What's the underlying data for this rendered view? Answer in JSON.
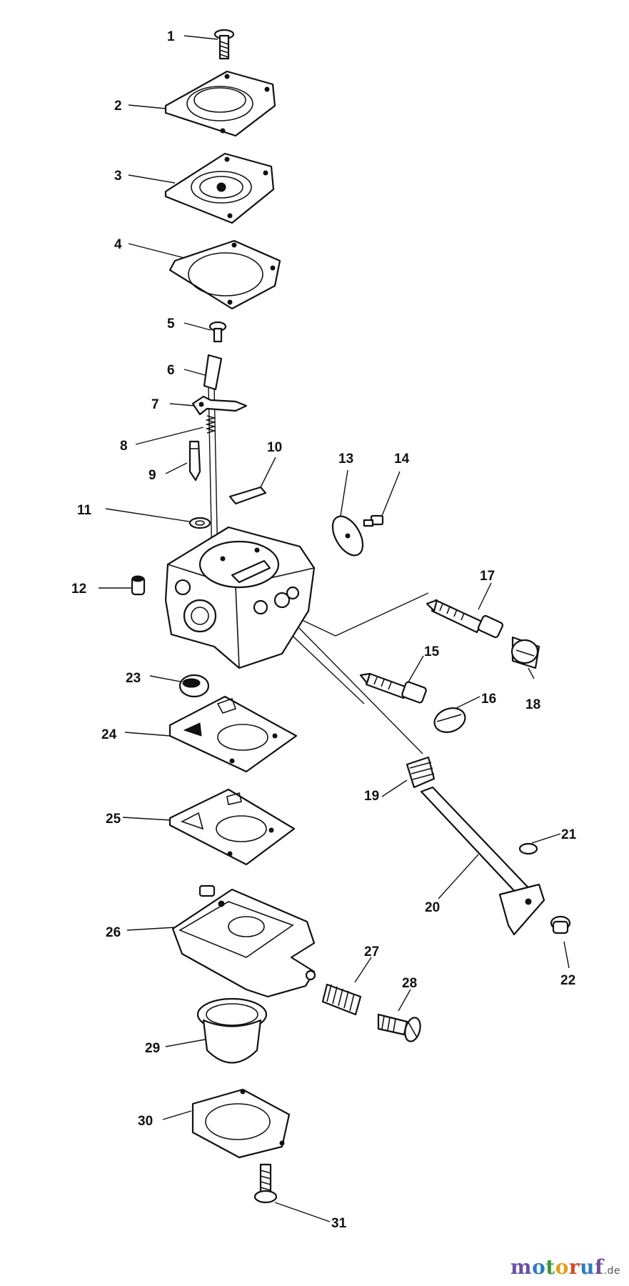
{
  "callouts": [
    "1",
    "2",
    "3",
    "4",
    "5",
    "6",
    "7",
    "8",
    "9",
    "10",
    "11",
    "12",
    "13",
    "14",
    "15",
    "16",
    "17",
    "18",
    "19",
    "20",
    "21",
    "22",
    "23",
    "24",
    "25",
    "26",
    "27",
    "28",
    "29",
    "30",
    "31"
  ],
  "watermark": {
    "text": "motoruf",
    "suffix": ".de"
  }
}
